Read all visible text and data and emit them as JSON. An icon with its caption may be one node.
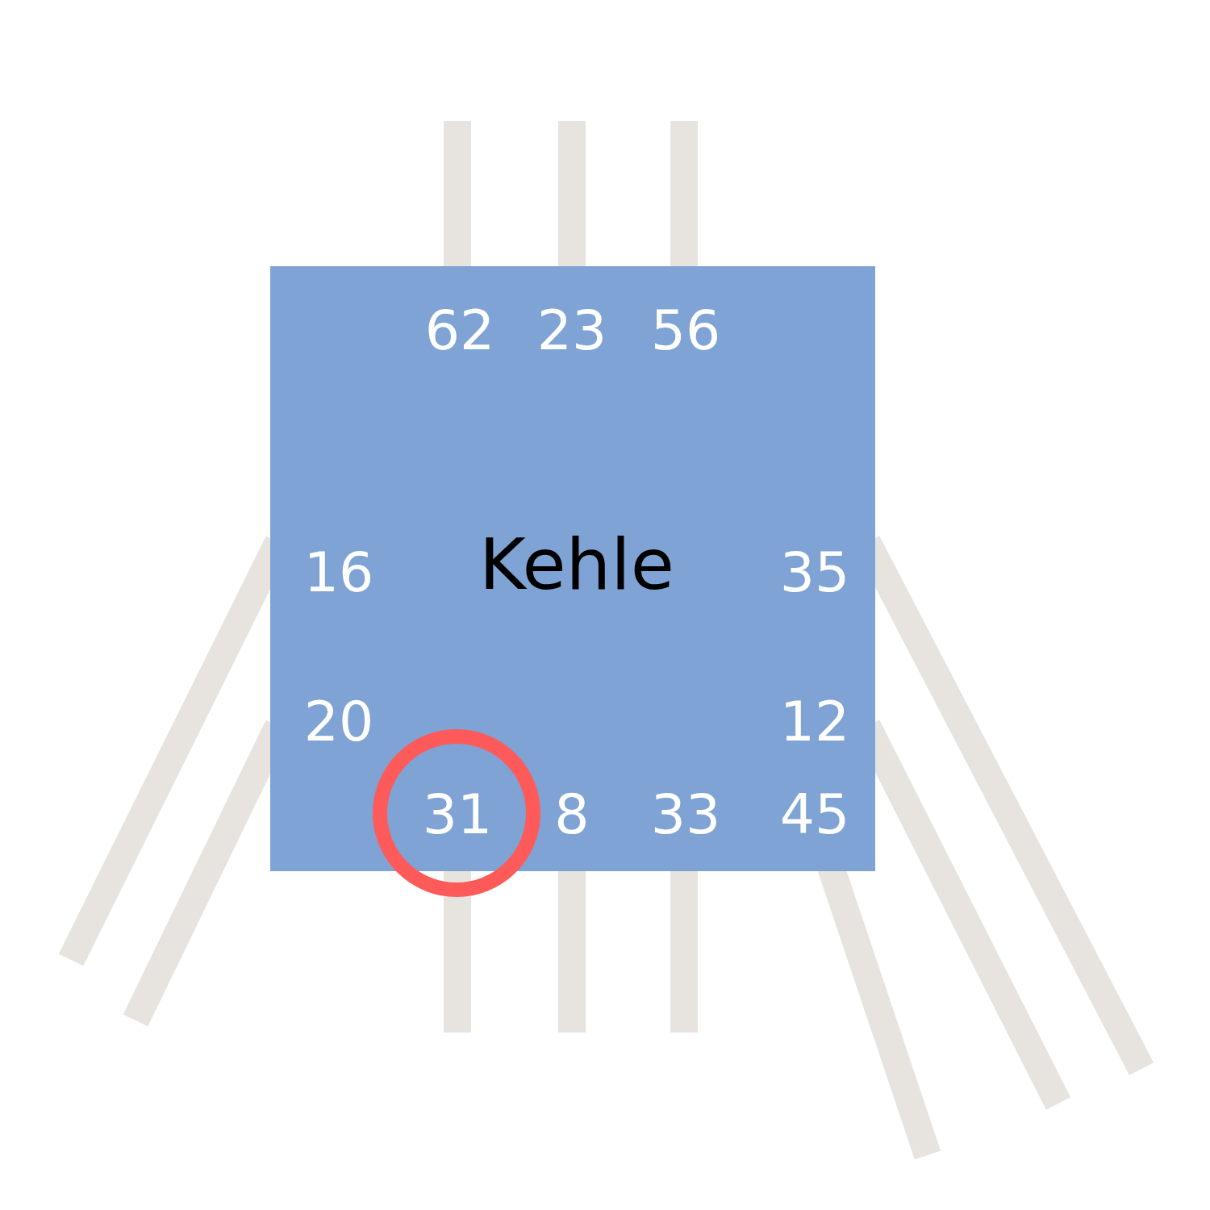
{
  "diagram": {
    "nodes": [
      {
        "text": [
          "Kehle"
        ]
      }
    ],
    "labels": [
      "62",
      "23",
      "56",
      "16",
      "35",
      "20",
      "12",
      "31",
      "8",
      "33",
      "45"
    ]
  }
}
